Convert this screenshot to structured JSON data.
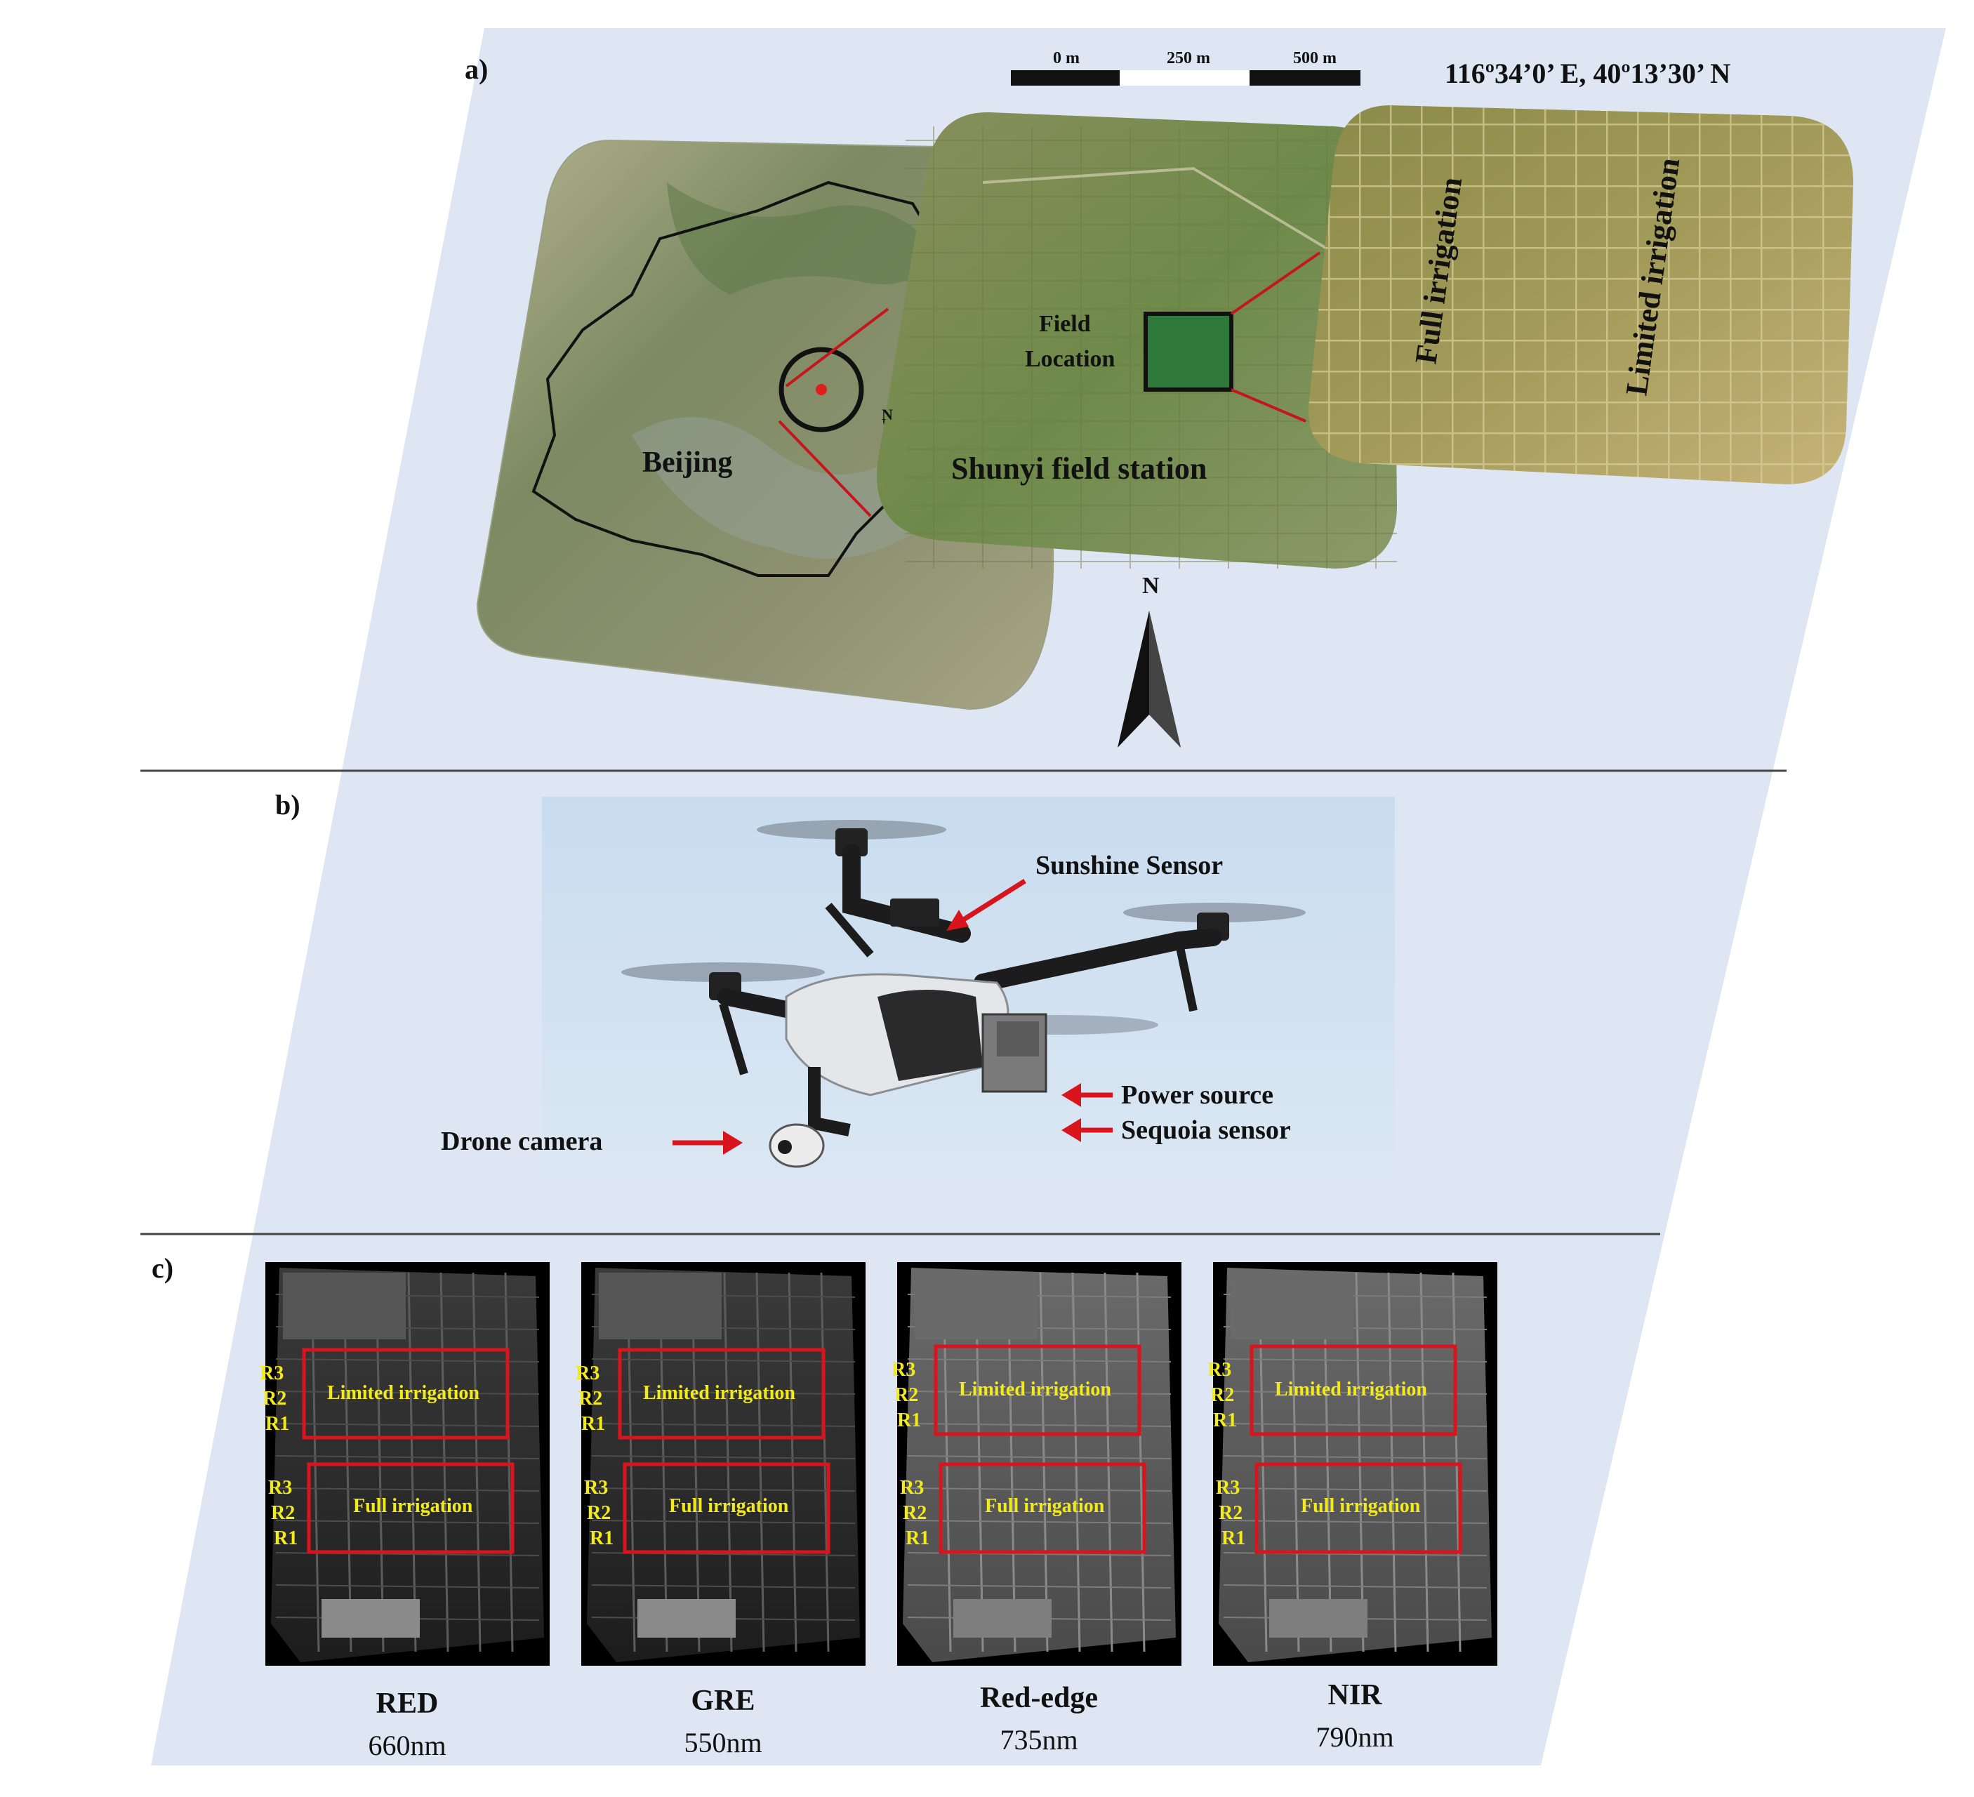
{
  "panels": {
    "a": {
      "label": "a)",
      "scale_bar": {
        "ticks": [
          "0 m",
          "250 m",
          "500 m"
        ]
      },
      "coordinates": "116º34’0’ E, 40º13’30’ N",
      "beijing_label": "Beijing",
      "station_label": "Shunyi field station",
      "field_location_label_line1": "Field",
      "field_location_label_line2": "Location",
      "small_north_label": "N",
      "full_irrigation": "Full irrigation",
      "limited_irrigation": "Limited irrigation",
      "north_arrow_label": "N"
    },
    "b": {
      "label": "b)",
      "callouts": {
        "sunshine_sensor": "Sunshine Sensor",
        "power_source": "Power source",
        "sequoia_sensor": "Sequoia sensor",
        "drone_camera": "Drone camera"
      }
    },
    "c": {
      "label": "c)",
      "row_labels": [
        "R3",
        "R2",
        "R1"
      ],
      "limited_label": "Limited irrigation",
      "full_label": "Full irrigation",
      "bands": [
        {
          "name": "RED",
          "wavelength": "660nm"
        },
        {
          "name": "GRE",
          "wavelength": "550nm"
        },
        {
          "name": "Red-edge",
          "wavelength": "735nm"
        },
        {
          "name": "NIR",
          "wavelength": "790nm"
        }
      ]
    }
  },
  "colors": {
    "panel_bg": "#dde6f2",
    "accent_red": "#d8141c",
    "annotation_yellow": "#f2ea1a",
    "divider": "#444444"
  }
}
